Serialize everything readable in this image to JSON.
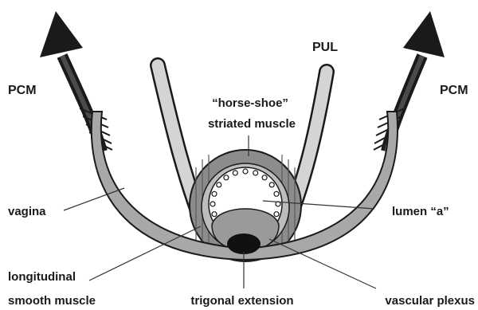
{
  "labels": {
    "pcm_left": "PCM",
    "pcm_right": "PCM",
    "pul": "PUL",
    "horse_shoe_line1": "“horse-shoe”",
    "horse_shoe_line2": "striated muscle",
    "vagina": "vagina",
    "lumen": "lumen “a”",
    "longitudinal_line1": "longitudinal",
    "longitudinal_line2": "smooth muscle",
    "trigonal": "trigonal extension",
    "vascular": "vascular plexus"
  },
  "colors": {
    "outline": "#1a1a1a",
    "vagina_fill": "#a8a8a8",
    "pul_fill": "#d4d4d4",
    "striated_fill": "#8c8c8c",
    "smooth_muscle_fill": "#bdbdbd",
    "lumen_fill": "#ffffff",
    "vascular_fill": "#9a9a9a",
    "trigonal_fill": "#111111"
  }
}
